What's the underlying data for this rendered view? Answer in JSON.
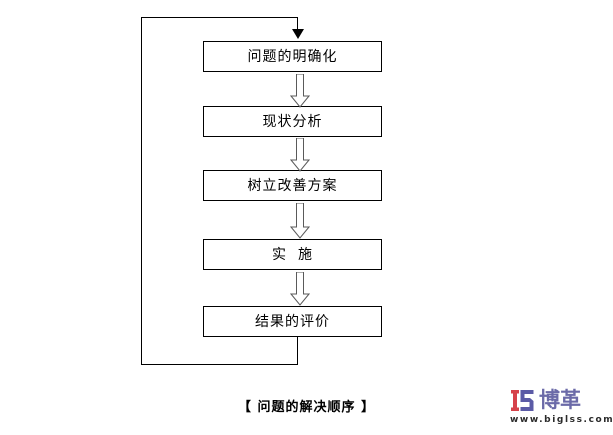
{
  "diagram": {
    "caption": "【 问题的解决顺序 】",
    "steps": [
      {
        "id": "step-1",
        "label": "问题的明确化"
      },
      {
        "id": "step-2",
        "label": "现状分析"
      },
      {
        "id": "step-3",
        "label": "树立改善方案"
      },
      {
        "id": "step-4",
        "label": "实  施"
      },
      {
        "id": "step-5",
        "label": "结果的评价"
      }
    ],
    "connectors": [
      {
        "id": "arrow-1-2",
        "type": "block-arrow-down"
      },
      {
        "id": "arrow-2-3",
        "type": "block-arrow-down"
      },
      {
        "id": "arrow-3-4",
        "type": "block-arrow-down"
      },
      {
        "id": "arrow-4-5",
        "type": "block-arrow-down"
      }
    ],
    "feedback_loop": {
      "id": "feedback-loop",
      "description": "结果的评价 返回 问题的明确化"
    }
  },
  "logo": {
    "mark_name": "biglss-logo-mark",
    "brand": "博革",
    "url": "www.biglss.com",
    "colors": {
      "mark_red": "#d6424a",
      "mark_purple": "#5b5ba6",
      "brand_text": "#6b6aa8",
      "url_text": "#2b2b2b"
    }
  },
  "colors": {
    "stroke": "#000000",
    "fill": "#ffffff",
    "arrow_outline": "#6e6e6e"
  }
}
